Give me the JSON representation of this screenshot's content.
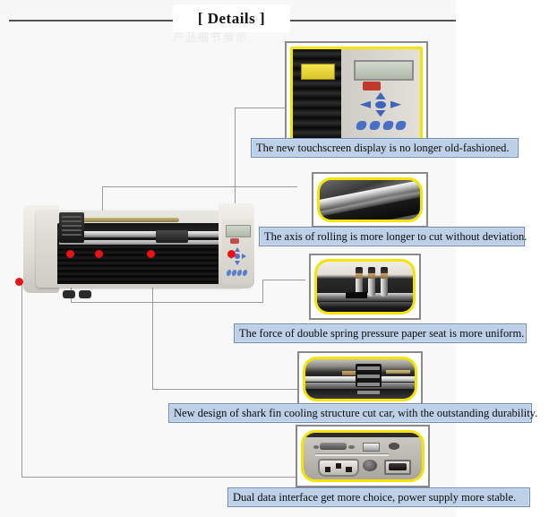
{
  "header": {
    "title": "[ Details ]",
    "ghost_text": "产品细节展示"
  },
  "product": {
    "name": "vinyl-cutter-plotter",
    "panel": {
      "lcd_label": "lcd-display",
      "navpad_label": "navigation-pad"
    }
  },
  "features": [
    {
      "id": "touchscreen-display",
      "caption": "The new touchscreen display is no longer old-fashioned.",
      "photo_alt": "control-panel-with-lcd-and-blue-keypad"
    },
    {
      "id": "rolling-axis",
      "caption": "The axis of rolling is more longer to cut without deviation.",
      "photo_alt": "close-up-of-metal-rolling-shaft"
    },
    {
      "id": "double-spring-pressure-seat",
      "caption": "The force of double spring pressure paper seat is more uniform.",
      "photo_alt": "three-pressure-roller-assemblies-on-rail"
    },
    {
      "id": "shark-fin-cut-car",
      "caption": "New design of shark fin cooling structure cut car, with the outstanding durability.",
      "photo_alt": "finned-cutting-carriage-on-rail"
    },
    {
      "id": "dual-data-interface",
      "caption": "Dual data interface get more choice, power supply more stable.",
      "photo_alt": "serial-usb-power-inlet-fuse-and-rocker-switch"
    }
  ],
  "colors": {
    "callout_fill": "#bdd0e8",
    "callout_border": "#6d8cb5",
    "frame_border": "#8a8a8a",
    "frame_accent": "#f5e300",
    "marker_dot": "#ee1111",
    "panel_bg": "#f7f7f7",
    "rule": "#555555"
  }
}
